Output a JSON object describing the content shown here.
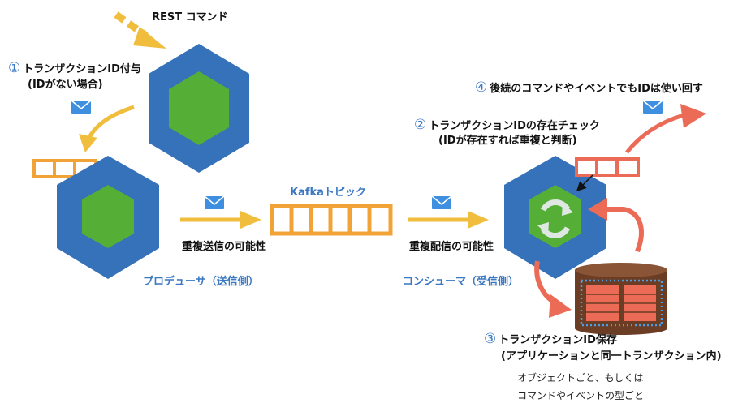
{
  "labels": {
    "rest_command": "REST コマンド",
    "kafka_topic": "Kafkaトピック",
    "producer": "プロデューサ（送信側）",
    "consumer": "コンシューマ（受信側）",
    "dup_send": "重複送信の可能性",
    "dup_deliver": "重複配信の可能性"
  },
  "steps": [
    {
      "num": "①",
      "title": "トランザクションID付与",
      "sub": "(IDがない場合)"
    },
    {
      "num": "②",
      "title": "トランザクションIDの存在チェック",
      "sub": "(IDが存在すれば重複と判断)"
    },
    {
      "num": "③",
      "title": "トランザクションID保存",
      "sub": "(アプリケーションと同一トランザクション内)"
    },
    {
      "num": "④",
      "title": "後続のコマンドやイベントでもIDは使い回す",
      "sub": ""
    }
  ],
  "notes": {
    "line1": "オブジェクトごと、もしくは",
    "line2": "コマンドやイベントの型ごと"
  },
  "colors": {
    "hex_blue": "#3572b9",
    "hex_green": "#55ae36",
    "yellow_arrow": "#f0be3c",
    "salmon": "#ec6b56",
    "orange_frame": "#f2a338",
    "db_brown": "#6b3d25"
  }
}
